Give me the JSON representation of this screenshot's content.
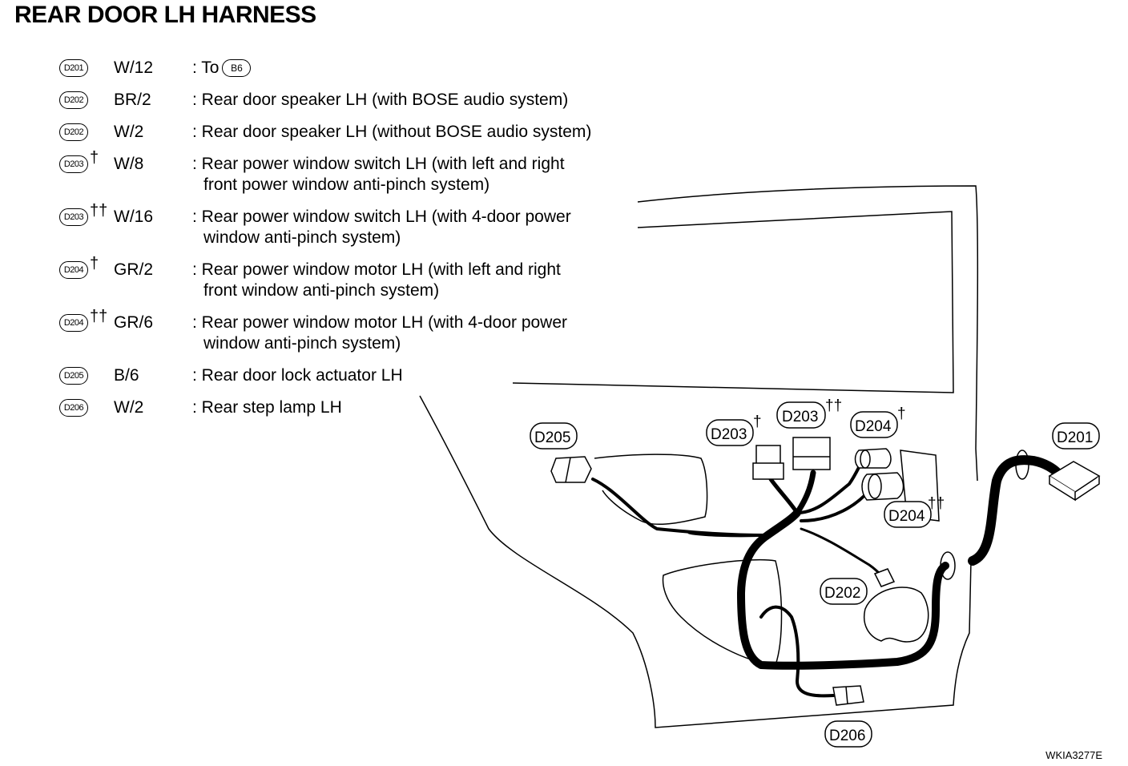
{
  "title": "REAR DOOR LH HARNESS",
  "legend": [
    {
      "connector": "D201",
      "mark": "",
      "wire": "W/12",
      "desc_prefix": ": To",
      "desc_badge": "B6",
      "desc_line2": ""
    },
    {
      "connector": "D202",
      "mark": "",
      "wire": "BR/2",
      "desc_prefix": ": Rear door speaker LH (with BOSE audio system)",
      "desc_badge": "",
      "desc_line2": ""
    },
    {
      "connector": "D202",
      "mark": "",
      "wire": "W/2",
      "desc_prefix": ": Rear door speaker LH (without BOSE audio system)",
      "desc_badge": "",
      "desc_line2": ""
    },
    {
      "connector": "D203",
      "mark": "†",
      "wire": "W/8",
      "desc_prefix": ": Rear power window switch LH (with left and right",
      "desc_badge": "",
      "desc_line2": "front power window anti-pinch system)"
    },
    {
      "connector": "D203",
      "mark": "††",
      "wire": "W/16",
      "desc_prefix": ": Rear power window switch LH (with 4-door power",
      "desc_badge": "",
      "desc_line2": "window anti-pinch system)"
    },
    {
      "connector": "D204",
      "mark": "†",
      "wire": "GR/2",
      "desc_prefix": ": Rear power window motor LH (with left and right",
      "desc_badge": "",
      "desc_line2": "front window anti-pinch system)"
    },
    {
      "connector": "D204",
      "mark": "††",
      "wire": "GR/6",
      "desc_prefix": ": Rear power window motor LH (with 4-door power",
      "desc_badge": "",
      "desc_line2": "window anti-pinch system)"
    },
    {
      "connector": "D205",
      "mark": "",
      "wire": "B/6",
      "desc_prefix": ": Rear door lock actuator LH",
      "desc_badge": "",
      "desc_line2": ""
    },
    {
      "connector": "D206",
      "mark": "",
      "wire": "W/2",
      "desc_prefix": ": Rear step lamp LH",
      "desc_badge": "",
      "desc_line2": ""
    }
  ],
  "callouts": {
    "d205": "D205",
    "d203a": "D203",
    "d203a_mark": "†",
    "d203b": "D203",
    "d203b_mark": "††",
    "d204a": "D204",
    "d204a_mark": "†",
    "d204b": "D204",
    "d204b_mark": "††",
    "d201": "D201",
    "d202": "D202",
    "d206": "D206"
  },
  "figure_code": "WKIA3277E",
  "colors": {
    "ink": "#000000",
    "paper": "#ffffff"
  }
}
